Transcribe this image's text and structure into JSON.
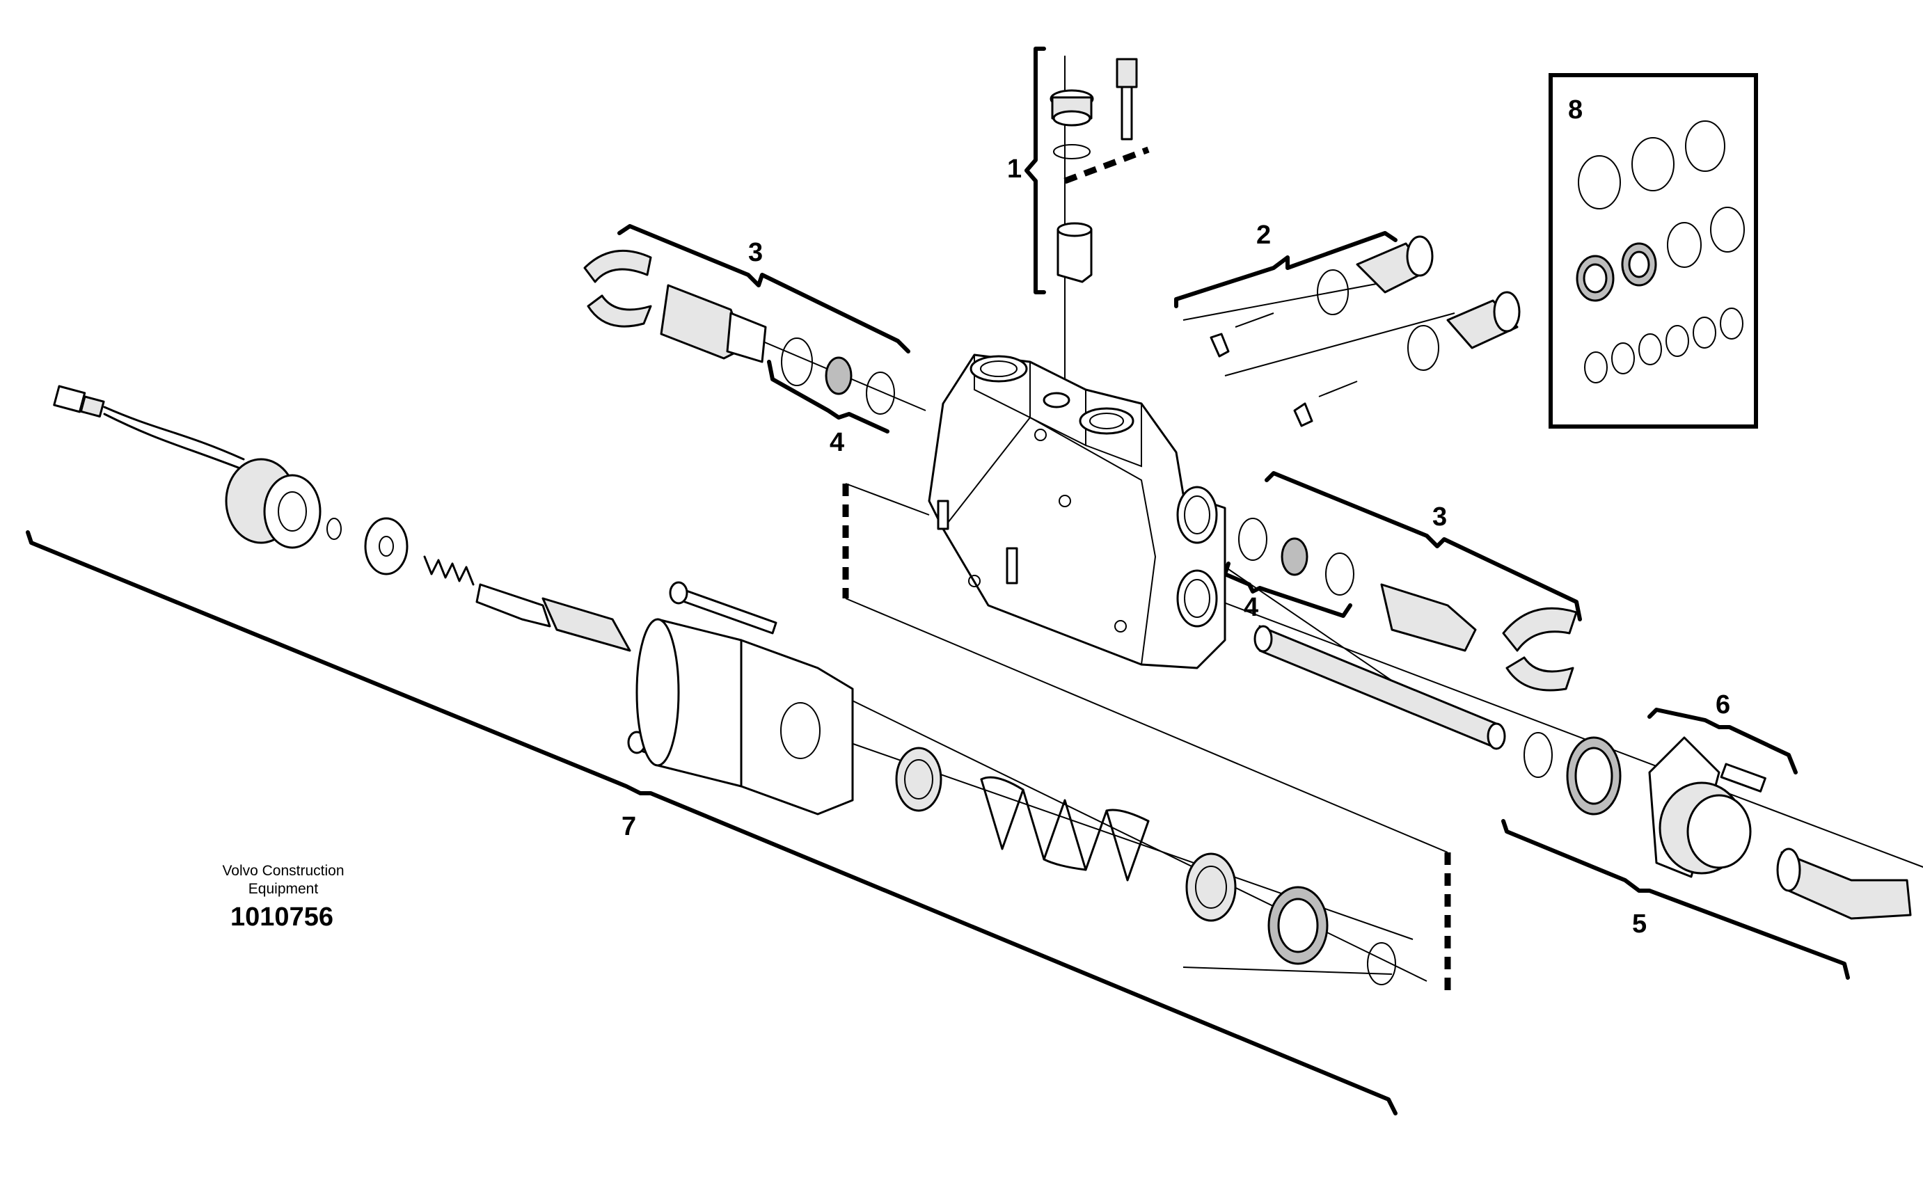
{
  "callouts": {
    "c1": "1",
    "c2": "2",
    "c3_top": "3",
    "c3_right": "3",
    "c4_top": "4",
    "c4_mid": "4",
    "c5": "5",
    "c6": "6",
    "c7": "7",
    "c8": "8"
  },
  "credit": {
    "line1": "Volvo Construction",
    "line2": "Equipment",
    "figure_number": "1010756"
  },
  "icons": {
    "valve_section": "valve-body-icon",
    "seal_kit": "o-ring-kit-icon"
  }
}
